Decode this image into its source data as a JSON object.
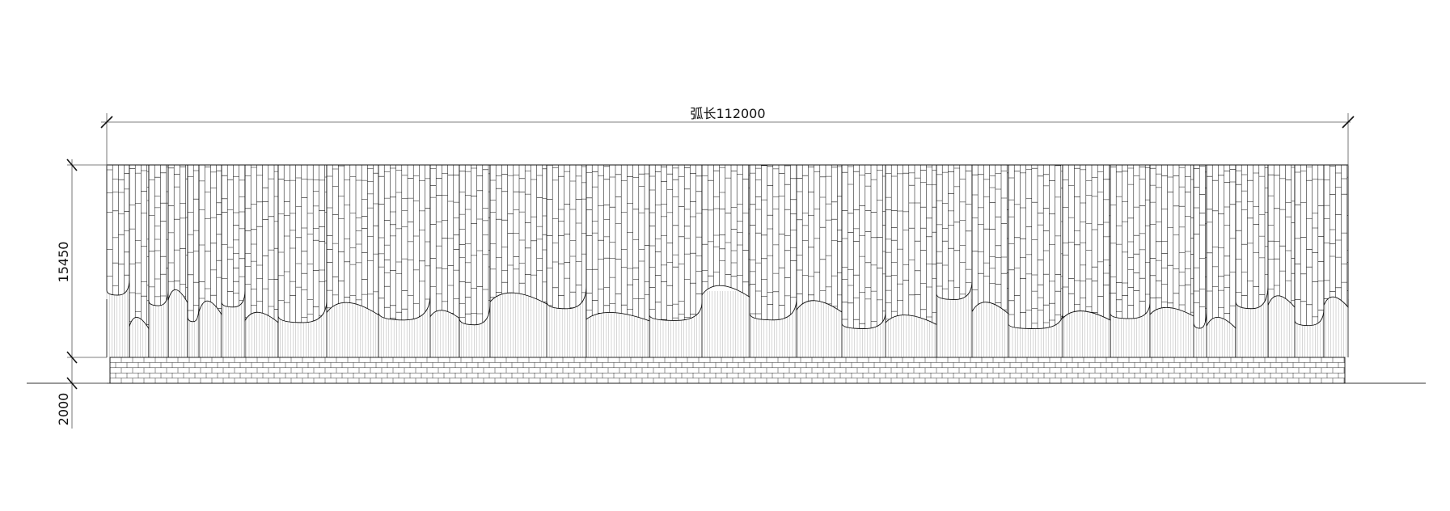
{
  "dimensions": {
    "arc_length_label": "弧长112000",
    "height_label": "15450",
    "base_label": "2000"
  },
  "colors": {
    "line": "#111111",
    "light_line": "#9a9a9a",
    "background": "#ffffff"
  }
}
